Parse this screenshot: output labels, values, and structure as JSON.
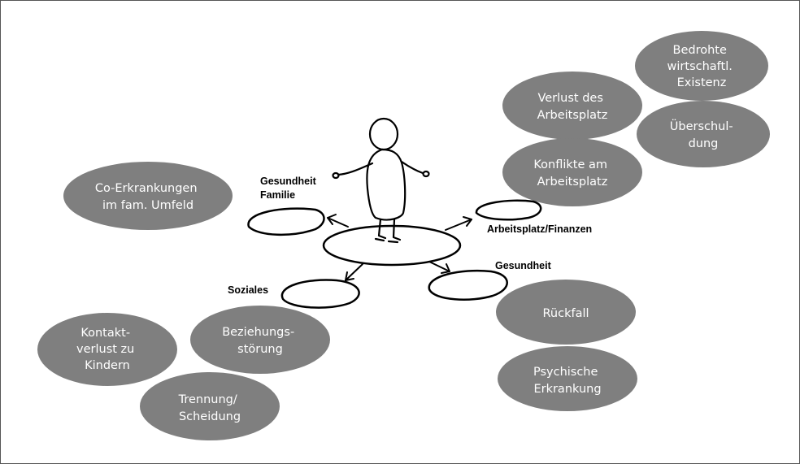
{
  "center_labels": {
    "family": [
      "Gesundheit",
      "Familie"
    ],
    "work": "Arbeitsplatz/Finanzen",
    "health": "Gesundheit",
    "social": "Soziales"
  },
  "bubbles": {
    "verlust": [
      "Verlust des",
      "Arbeitsplatz"
    ],
    "bedrohte": [
      "Bedrohte",
      "wirtschaftl.",
      "Existenz"
    ],
    "ueberschuldung": [
      "Überschul-",
      "dung"
    ],
    "konflikte": [
      "Konflikte am",
      "Arbeitsplatz"
    ],
    "co": [
      "Co-Erkrankungen",
      "im fam. Umfeld"
    ],
    "rueckfall": [
      "Rückfall"
    ],
    "psychische": [
      "Psychische",
      "Erkrankung"
    ],
    "beziehung": [
      "Beziehungs-",
      "störung"
    ],
    "kontakt": [
      "Kontakt-",
      "verlust zu",
      "Kindern"
    ],
    "trennung": [
      "Trennung/",
      "Scheidung"
    ]
  },
  "colors": {
    "bubble_fill": "#7f7f7f",
    "text_on_bubble": "#ffffff",
    "sketch": "#000000"
  }
}
